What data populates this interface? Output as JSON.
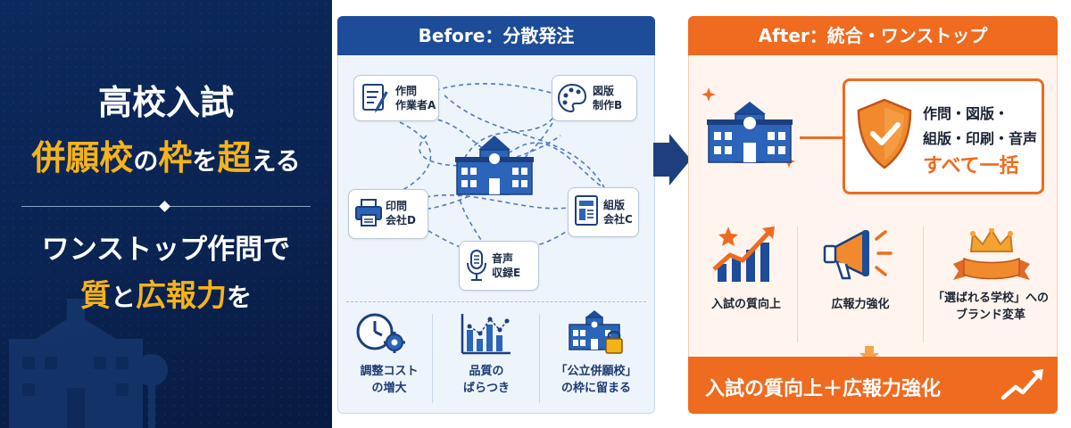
{
  "title_panel": {
    "line1": "高校入試",
    "line2_a": "併願校",
    "line2_b": "の",
    "line2_c": "枠",
    "line2_d": "を",
    "line2_e": "超",
    "line2_f": "える",
    "line3": "ワンストップ作問で",
    "line4_a": "質",
    "line4_b": "と",
    "line4_c": "広報力",
    "line4_d": "を"
  },
  "before": {
    "header": "Before：分散発注",
    "nodes": [
      {
        "line1": "作問",
        "line2": "作業者A",
        "icon": "document-pen-icon"
      },
      {
        "line1": "図版",
        "line2": "制作B",
        "icon": "palette-icon"
      },
      {
        "line1": "組版",
        "line2": "会社C",
        "icon": "layout-icon"
      },
      {
        "line1": "印問",
        "line2": "会社D",
        "icon": "printer-icon"
      },
      {
        "line1": "音声",
        "line2": "収録E",
        "icon": "microphone-icon"
      }
    ],
    "issues": [
      {
        "line1": "調整コスト",
        "line2": "の増大",
        "icon": "clock-gear-icon"
      },
      {
        "line1": "品質の",
        "line2": "ばらつき",
        "icon": "scatter-chart-icon"
      },
      {
        "line1": "「公立併願校」",
        "line2": "の枠に留まる",
        "icon": "school-lock-icon"
      }
    ]
  },
  "after": {
    "header": "After：統合・ワンストップ",
    "onestop_line1": "作問・図版・",
    "onestop_line2": "組版・印刷・音声",
    "onestop_line3": "すべて一括",
    "benefits": [
      {
        "line1": "入試の質向上",
        "line2": "",
        "icon": "growth-chart-icon"
      },
      {
        "line1": "広報力強化",
        "line2": "",
        "icon": "megaphone-icon"
      },
      {
        "line1": "「選ばれる学校」への",
        "line2": "ブランド変革",
        "icon": "crown-ribbon-icon"
      }
    ],
    "result": "入試の質向上＋広報力強化"
  },
  "colors": {
    "navy": "#0c2a5e",
    "gold": "#f5b31a",
    "blue": "#1d4c99",
    "orange": "#ee6b1f"
  }
}
